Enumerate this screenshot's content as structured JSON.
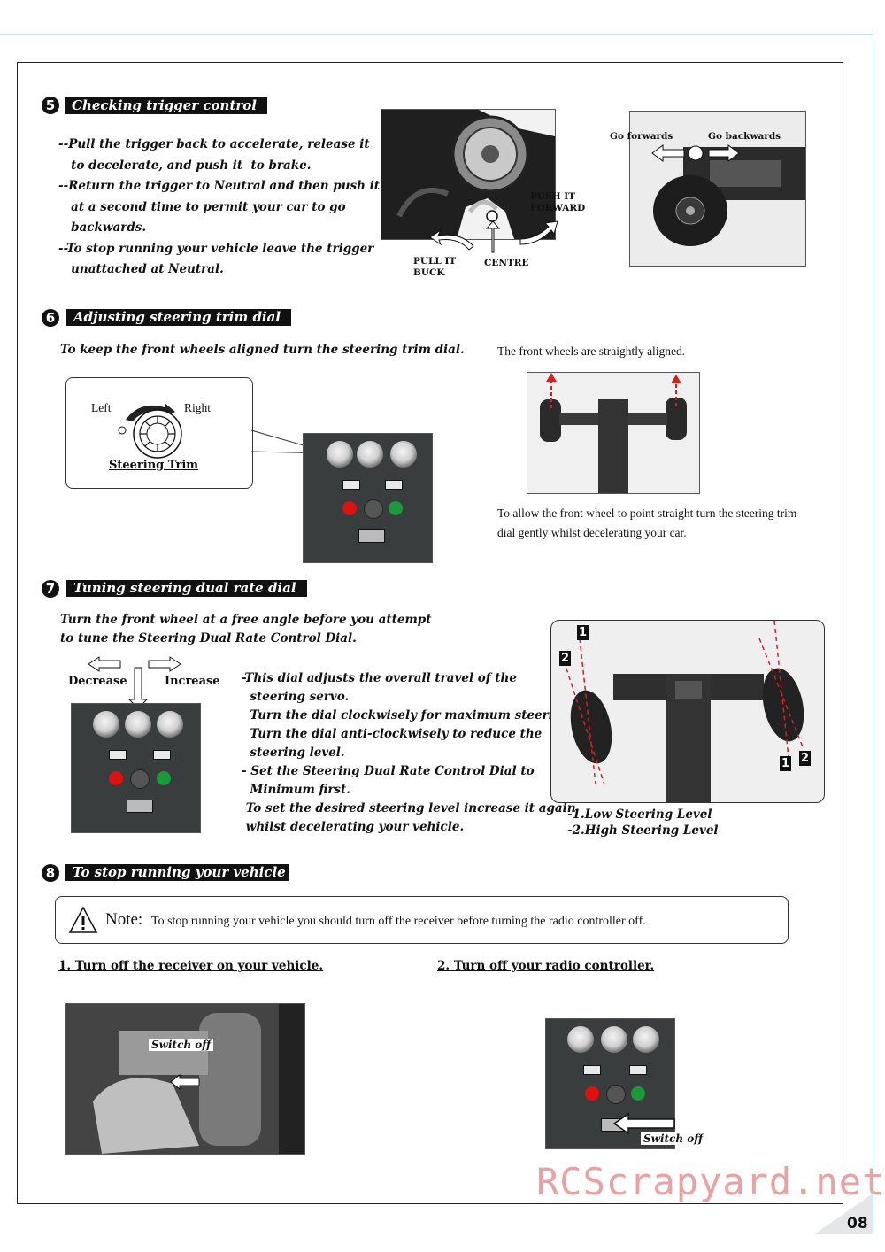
{
  "sections": {
    "s5": {
      "num": "5",
      "title": "Checking trigger control",
      "lines": [
        "--Pull the trigger back to accelerate, release it",
        "   to decelerate, and push it  to brake.",
        "--Return the trigger to Neutral and then push it",
        "   at a second time to permit your car to go",
        "   backwards.",
        "--To stop running your vehicle leave the trigger",
        "   unattached at Neutral."
      ],
      "labels": {
        "push_forward": "PUSH IT FORWARD",
        "pull_back": "PULL IT BUCK",
        "centre": "CENTRE",
        "go_forwards": "Go forwards",
        "go_backwards": "Go backwards"
      }
    },
    "s6": {
      "num": "6",
      "title": "Adjusting steering trim dial",
      "intro": "To keep the front wheels aligned turn the steering trim dial.",
      "left": "Left",
      "right": "Right",
      "trim": "Steering Trim",
      "aligned": "The front wheels are straightly aligned.",
      "tip": "To allow the front wheel to point straight turn  the steering trim dial gently whilst decelerating your car."
    },
    "s7": {
      "num": "7",
      "title": "Tuning steering dual rate dial",
      "intro": [
        "Turn the front wheel at a free angle before you attempt",
        "to tune the Steering Dual Rate Control Dial."
      ],
      "decrease": "Decrease",
      "increase": "Increase",
      "body": [
        "-This dial adjusts the overall travel of the",
        "  steering servo.",
        "  Turn the dial clockwisely for maximum steering.",
        "  Turn the dial anti-clockwisely to reduce the",
        "  steering level.",
        "- Set the Steering Dual Rate Control Dial to",
        "  Minimum first.",
        " To set the desired steering level increase it again",
        " whilst decelerating your vehicle."
      ],
      "tag1": "1",
      "tag2": "2",
      "legend1": "-1.Low Steering Level",
      "legend2": "-2.High Steering Level"
    },
    "s8": {
      "num": "8",
      "title": "To stop running your vehicle",
      "note_label": "Note:",
      "note_text": "To stop running your vehicle you should turn off the receiver before turning the radio controller off.",
      "step1": "1. Turn off the receiver on your vehicle.",
      "step2": "2. Turn off your radio controller.",
      "switch_off": "Switch off"
    }
  },
  "watermark": "RCScrapyard.net",
  "page_number": "08"
}
